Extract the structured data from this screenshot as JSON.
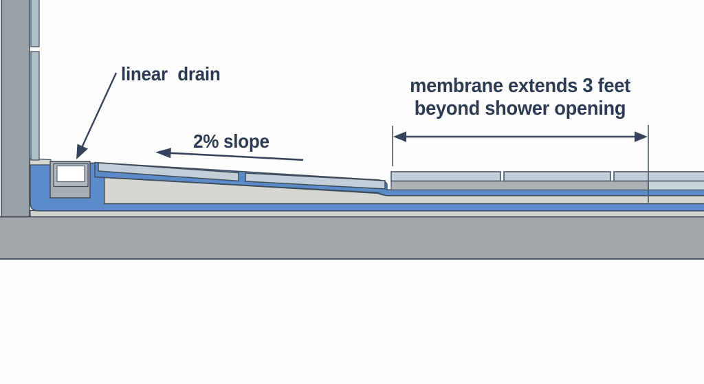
{
  "labels": {
    "linear_drain": "linear drain",
    "slope": "2% slope",
    "membrane_line1": "membrane extends 3 feet",
    "membrane_line2": "beyond shower opening"
  },
  "colors": {
    "label_text": "#2c3b52",
    "arrow": "#36435a",
    "ext_line": "#4b5768",
    "outline": "#3f4b59",
    "membrane_blue": "#5b8cc9",
    "tile_blue": "#c3cfd8",
    "wall_tile": "#aebfc9",
    "mortar": "#d6d7d2",
    "light_strip": "#d2d3cf",
    "underlayment": "#aeb2b6",
    "beyond_layer": "#c9d5dd",
    "wall_gray": "#9aa0a8",
    "slab_gray": "#a3a6aa",
    "drain_body": "#a6adb4",
    "drain_rim": "#b3bac1",
    "drain_channel": "#ffffff",
    "background": "#fdfdfd"
  }
}
